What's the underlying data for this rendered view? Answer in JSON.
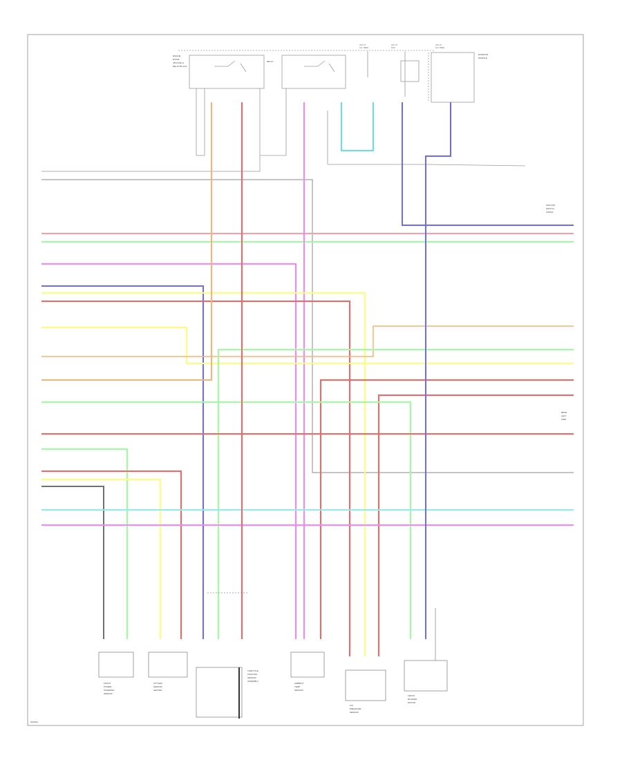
{
  "diagram": {
    "page_code": "W/DIAG",
    "top_components": [
      {
        "id": "relay1",
        "lines": [
          "ENGINE",
          "ROOM",
          "J/B FUSE &",
          "RELAY BLOCK"
        ]
      },
      {
        "id": "relay2",
        "lines": [
          "RELAY"
        ]
      },
      {
        "id": "fuse_a",
        "lines": [
          "HOT AT",
          "ALL TIMES"
        ]
      },
      {
        "id": "fuse_b",
        "lines": [
          "HOT IN",
          "RUN"
        ]
      },
      {
        "id": "fuse_c",
        "lines": [
          "HOT AT",
          "ALL TIMES"
        ]
      },
      {
        "id": "module",
        "lines": [
          "ECM/PCM",
          "MODULE"
        ]
      }
    ],
    "right_labels": [
      {
        "id": "ign",
        "lines": [
          "IGNITION",
          "SWITCH",
          "SIGNAL"
        ]
      },
      {
        "id": "rear",
        "lines": [
          "REAR",
          "LEFT",
          "SIDE"
        ]
      }
    ],
    "bottom_components": [
      {
        "id": "sensor1",
        "lines": [
          "FRONT",
          "POWER",
          "STEERING",
          "SENSOR"
        ]
      },
      {
        "id": "sensor2",
        "lines": [
          "OXYGEN",
          "SENSOR",
          "HEATER"
        ]
      },
      {
        "id": "sensor3",
        "lines": [
          "THROTTLE",
          "POSITION",
          "SENSOR",
          "ASSEMBLY"
        ]
      },
      {
        "id": "sensor4",
        "lines": [
          "AMBIENT",
          "TEMP",
          "SENSOR"
        ]
      },
      {
        "id": "sensor5",
        "lines": [
          "A/C",
          "PRESSURE",
          "SENSOR"
        ]
      },
      {
        "id": "sensor6",
        "lines": [
          "FRONT",
          "BLOWER",
          "MOTOR"
        ]
      }
    ],
    "wire_colors": {
      "orange": "#ffb070",
      "red": "#ff6060",
      "pink": "#ff80ff",
      "cyan": "#66e0e0",
      "blue": "#6a6aff",
      "yellow": "#ffff70",
      "green": "#9bff9b",
      "gray": "#b8b8b8",
      "dark": "#707070",
      "lightred": "#ff9090"
    }
  }
}
